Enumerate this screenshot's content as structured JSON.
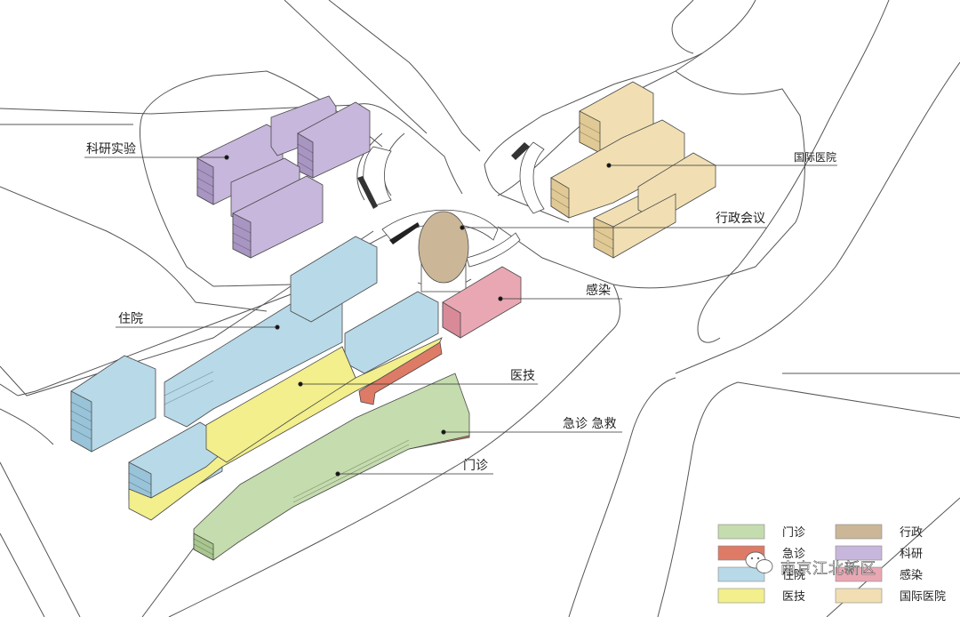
{
  "labels": {
    "keyan_shiyan": "科研实验",
    "guoji_yiyuan": "国际医院",
    "xingzheng_huiyi": "行政会议",
    "ganran": "感染",
    "zhuyuan": "住院",
    "yiji": "医技",
    "jizhen_jijiu": "急诊 急救",
    "menzhen": "门诊"
  },
  "legend": [
    {
      "name": "门诊",
      "color": "#c5dcae"
    },
    {
      "name": "行政",
      "color": "#cbb797"
    },
    {
      "name": "急诊",
      "color": "#dd7b66"
    },
    {
      "name": "科研",
      "color": "#c7b7dc"
    },
    {
      "name": "住院",
      "color": "#b8d9e8"
    },
    {
      "name": "感染",
      "color": "#e9a7b4"
    },
    {
      "name": "医技",
      "color": "#f2ef8c"
    },
    {
      "name": "国际医院",
      "color": "#f1dfb3"
    }
  ],
  "watermark": {
    "text": "南京江北新区",
    "icon": "wechat-icon"
  }
}
